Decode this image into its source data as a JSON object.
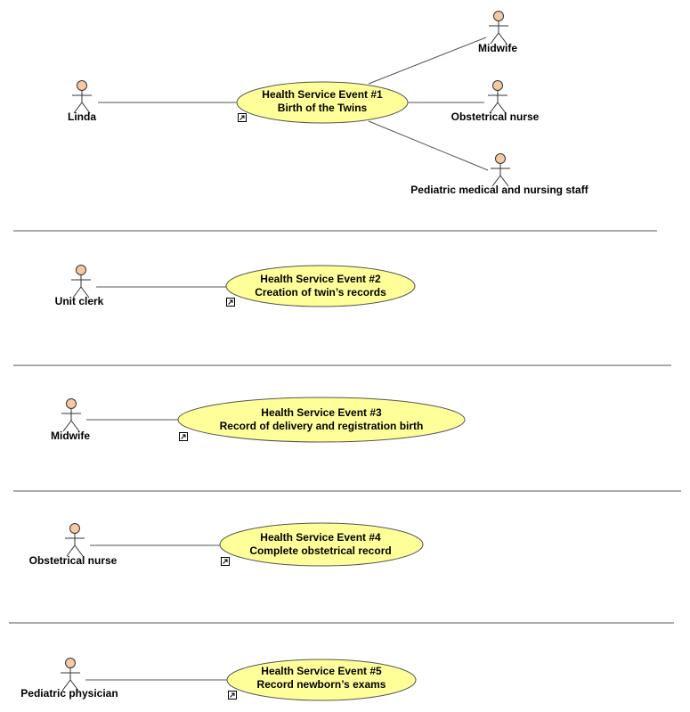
{
  "actors": {
    "linda": "Linda",
    "midwife_top": "Midwife",
    "obstetrical_nurse_top": "Obstetrical nurse",
    "pediatric_staff": "Pediatric medical and nursing staff",
    "unit_clerk": "Unit clerk",
    "midwife": "Midwife",
    "obstetrical_nurse": "Obstetrical nurse",
    "pediatric_physician": "Pediatric physician"
  },
  "use_cases": {
    "uc1": {
      "line1": "Health Service Event #1",
      "line2": "Birth of the Twins"
    },
    "uc2": {
      "line1": "Health Service Event #2",
      "line2": "Creation of twin’s records"
    },
    "uc3": {
      "line1": "Health Service Event #3",
      "line2": "Record of delivery and  registration birth"
    },
    "uc4": {
      "line1": "Health Service Event #4",
      "line2": "Complete obstetrical record"
    },
    "uc5": {
      "line1": "Health Service Event #5",
      "line2": "Record newborn’s exams"
    }
  },
  "colors": {
    "use_case_fill": "#ffff99",
    "actor_head": "#f5c9a4",
    "lines": "#555555"
  },
  "icons": {
    "actor": "stick-figure-icon",
    "link": "link-arrow-icon"
  }
}
